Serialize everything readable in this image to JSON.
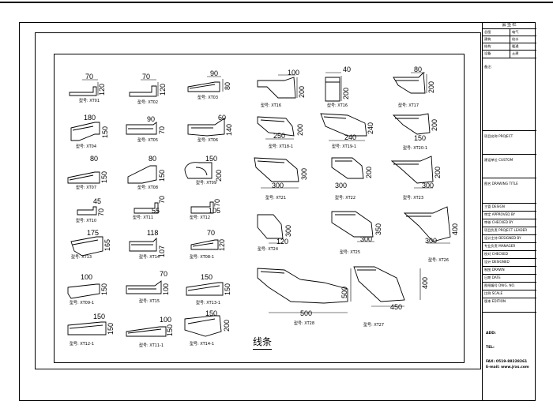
{
  "title_block": {
    "header": "会签栏",
    "sign_rows": [
      {
        "left": "总图",
        "right": "电气"
      },
      {
        "left": "建筑",
        "right": "给水"
      },
      {
        "left": "结构",
        "right": "暖通"
      },
      {
        "left": "设备",
        "right": "土建"
      }
    ],
    "remarks": "备注:",
    "project_name": "项目名称 PROJECT",
    "client": "建设单位 CUSTOM",
    "drawing_title": "图名 DRAWING TITLE",
    "approval_rows": [
      "主管 DESIGN",
      "审定 APPROVED BY",
      "审核 CHECKED BY",
      "项目负责 PROJECT LEADER",
      "设计主持 DESIGNED BY",
      "专业负责 MANAGER",
      "校对 CHECKED",
      "设计 DESIGNED",
      "制图 DRAWN",
      "日期 DATE",
      "图纸编号 DWG. NO.",
      "比例 SCALE",
      "版本 EDITION"
    ]
  },
  "contact": {
    "add": "ADD:",
    "tel": "TEL:",
    "fax": "FAX: 0519-88228261",
    "email": "E-mail: www.jrxs.com"
  },
  "caption": "线条",
  "profiles": [
    {
      "code": "型号: XT01",
      "w": "70",
      "h": "120"
    },
    {
      "code": "型号: XT02",
      "w": "70",
      "h": "120"
    },
    {
      "code": "型号: XT03",
      "w": "90",
      "h": "80"
    },
    {
      "code": "型号: XT04",
      "w": "180",
      "h": "150"
    },
    {
      "code": "型号: XT05",
      "w": "90",
      "h": "70"
    },
    {
      "code": "型号: XT06",
      "w": "60",
      "h": "140"
    },
    {
      "code": "型号: XT07",
      "w": "80",
      "h": "150"
    },
    {
      "code": "型号: XT08",
      "w": "80",
      "h": "150"
    },
    {
      "code": "型号: XT09",
      "w": "150",
      "h": "200"
    },
    {
      "code": "型号: XT10",
      "w": "45",
      "h": "70"
    },
    {
      "code": "型号: XT11",
      "w": "55",
      "h": "70"
    },
    {
      "code": "型号: XT12",
      "w": "70",
      "h": "105"
    },
    {
      "code": "型号: XT13",
      "w": "175",
      "h": "165"
    },
    {
      "code": "型号: XT14",
      "w": "118",
      "h": "107"
    },
    {
      "code": "型号: XT08-1",
      "w": "70",
      "h": "120"
    },
    {
      "code": "型号: XT09-1",
      "w": "100",
      "h": "150"
    },
    {
      "code": "型号: XT15",
      "w": "70",
      "h": "100"
    },
    {
      "code": "型号: XT13-1",
      "w": "150",
      "h": "150"
    },
    {
      "code": "型号: XT12-1",
      "w": "150",
      "h": "150"
    },
    {
      "code": "型号: XT11-1",
      "w": "100",
      "h": "150"
    },
    {
      "code": "型号: XT14-1",
      "w": "150",
      "h": "200"
    },
    {
      "code": "型号: XT16",
      "w": "100",
      "h": "200"
    },
    {
      "code": "型号: XT16",
      "w": "40",
      "h": "200"
    },
    {
      "code": "型号: XT17",
      "w": "80",
      "h": "200"
    },
    {
      "code": "型号: XT18-1",
      "w": "250",
      "h": "200"
    },
    {
      "code": "型号: XT19-1",
      "w": "240",
      "h": "240"
    },
    {
      "code": "型号: XT20-1",
      "w": "150",
      "h": "200"
    },
    {
      "code": "型号: XT21",
      "w": "300",
      "h": "300"
    },
    {
      "code": "型号: XT22",
      "w": "300",
      "h": "200"
    },
    {
      "code": "型号: XT23",
      "w": "300",
      "h": "200"
    },
    {
      "code": "型号: XT24",
      "w": "120",
      "h": "300"
    },
    {
      "code": "型号: XT25",
      "w": "300",
      "h": "350"
    },
    {
      "code": "型号: XT26",
      "w": "300",
      "h": "400"
    },
    {
      "code": "型号: XT28",
      "w": "500",
      "h": "500"
    },
    {
      "code": "型号: XT27",
      "w": "450",
      "h": "400"
    }
  ]
}
